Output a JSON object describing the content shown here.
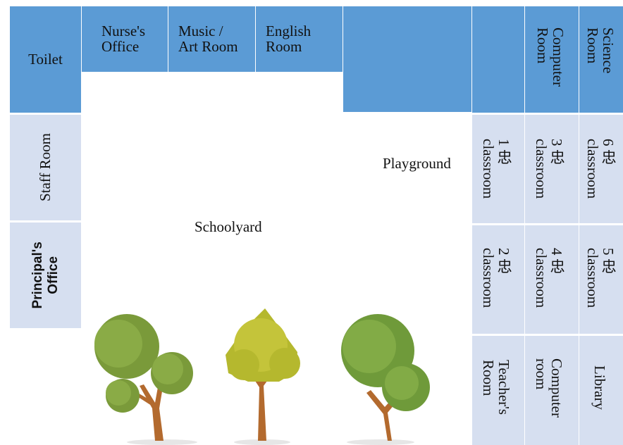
{
  "rooms": {
    "toilet": "Toilet",
    "nurses_office": "Nurse's\nOffice",
    "music_art_room": "Music /\nArt Room",
    "english_room": "English\nRoom",
    "computer_room_top": "Computer\nRoom",
    "science_room": "Science\nRoom",
    "staff_room": "Staff Room",
    "principals_office": "Principal's\nOffice",
    "class_1": "1 忠\nclassroom",
    "class_3": "3 忠\nclassroom",
    "class_6": "6 忠\nclassroom",
    "class_2": "2 忠\nclassroom",
    "class_4": "4 忠\nclassroom",
    "class_5": "5 忠\nclassroom",
    "teachers_room": "Teacher's\nRoom",
    "computer_room_bottom": "Computer\nroom",
    "library": "Library"
  },
  "areas": {
    "playground": "Playground",
    "schoolyard": "Schoolyard"
  },
  "colors": {
    "room_blue": "#5b9bd5",
    "room_pale": "#d6dff0"
  },
  "icons": [
    "tree-icon",
    "tree-icon",
    "tree-icon"
  ]
}
